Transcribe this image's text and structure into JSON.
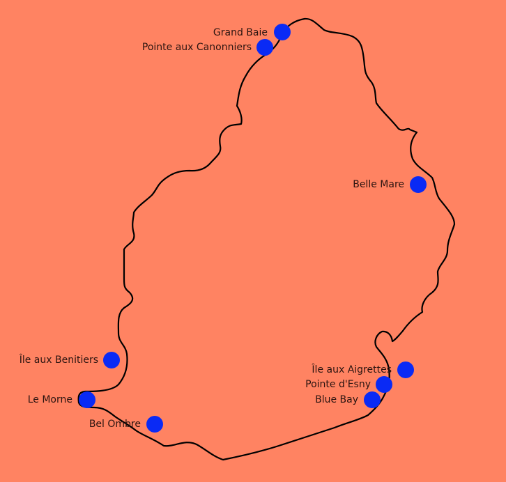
{
  "map": {
    "background_color": "#FF8362",
    "marker_color": "#0A2AF5",
    "places": [
      {
        "name": "Grand Baie"
      },
      {
        "name": "Pointe aux Canonniers"
      },
      {
        "name": "Belle Mare"
      },
      {
        "name": "Île aux Benitiers"
      },
      {
        "name": "Le Morne"
      },
      {
        "name": "Bel Ombre"
      },
      {
        "name": "Île aux Aigrettes"
      },
      {
        "name": "Pointe d'Esny"
      },
      {
        "name": "Blue Bay"
      }
    ]
  }
}
